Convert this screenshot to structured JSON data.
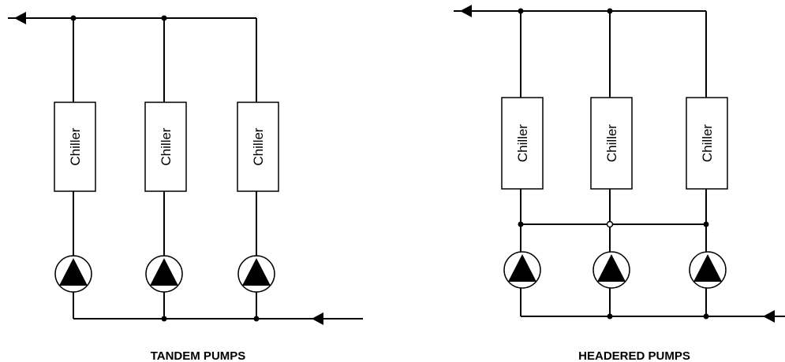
{
  "diagrams": [
    {
      "caption": "TANDEM PUMPS",
      "chillers": [
        "Chiller",
        "Chiller",
        "Chiller"
      ]
    },
    {
      "caption": "HEADERED PUMPS",
      "chillers": [
        "Chiller",
        "Chiller",
        "Chiller"
      ]
    }
  ]
}
